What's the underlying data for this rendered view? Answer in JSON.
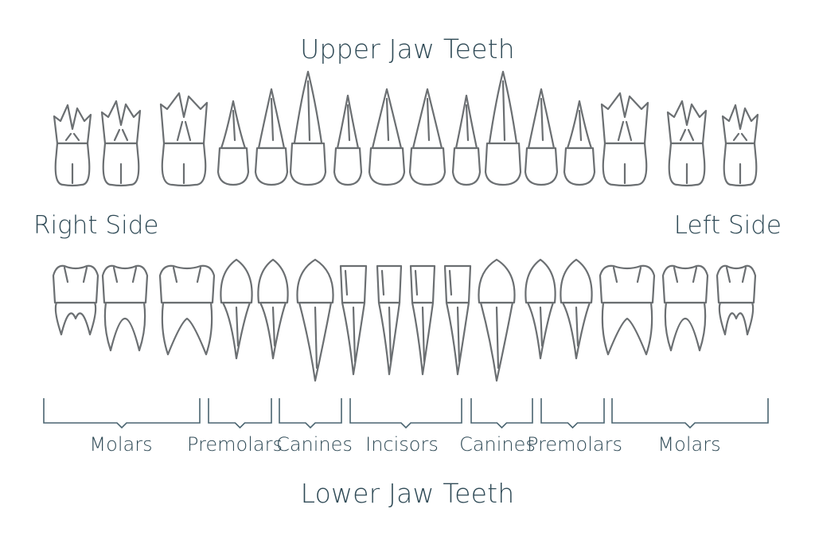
{
  "titles": {
    "upper": "Upper Jaw Teeth",
    "lower": "Lower Jaw Teeth"
  },
  "sides": {
    "right": "Right Side",
    "left": "Left Side"
  },
  "groups": [
    {
      "key": "molars-right",
      "label": "Molars"
    },
    {
      "key": "premolars-right",
      "label": "Premolars"
    },
    {
      "key": "canines-right",
      "label": "Canines"
    },
    {
      "key": "incisors",
      "label": "Incisors"
    },
    {
      "key": "canines-left",
      "label": "Canines"
    },
    {
      "key": "premolars-left",
      "label": "Premolars"
    },
    {
      "key": "molars-left",
      "label": "Molars"
    }
  ],
  "upper_teeth": [
    "molar",
    "molar",
    "molar",
    "premolar",
    "premolar",
    "canine",
    "incisor",
    "incisor",
    "incisor",
    "incisor",
    "canine",
    "premolar",
    "premolar",
    "molar",
    "molar",
    "molar"
  ],
  "lower_teeth": [
    "molar",
    "molar",
    "molar",
    "premolar",
    "premolar",
    "canine",
    "incisor",
    "incisor",
    "incisor",
    "incisor",
    "canine",
    "premolar",
    "premolar",
    "molar",
    "molar",
    "molar"
  ],
  "colors": {
    "text": "#2f4a56",
    "outline": "#6b6f72",
    "bracket": "#4a6470"
  }
}
